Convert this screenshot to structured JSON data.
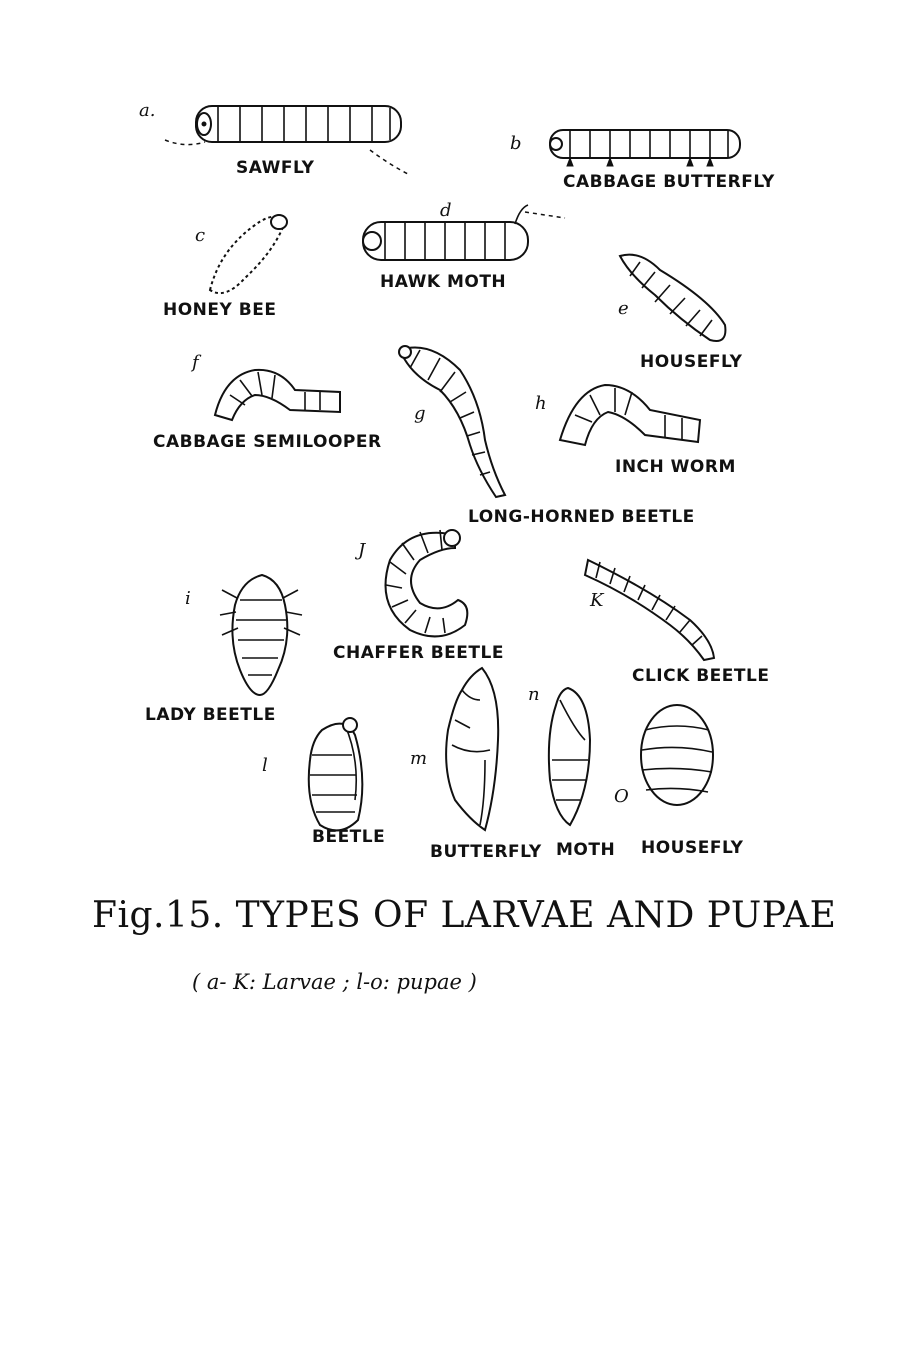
{
  "letters": {
    "a": "a.",
    "b": "b",
    "c": "c",
    "d": "d",
    "e": "e",
    "f": "f",
    "g": "g",
    "h": "h",
    "i": "i",
    "j": "J",
    "k": "K",
    "l": "l",
    "m": "m",
    "n": "n",
    "o": "O"
  },
  "labels": {
    "sawfly": "SAWFLY",
    "cabbage_butterfly": "CABBAGE BUTTERFLY",
    "honey_bee": "HONEY BEE",
    "hawk_moth": "HAWK MOTH",
    "housefly_larva": "HOUSEFLY",
    "cabbage_semilooper": "CABBAGE SEMILOOPER",
    "inch_worm": "INCH WORM",
    "long_horned_beetle": "LONG-HORNED BEETLE",
    "chaffer_beetle": "CHAFFER BEETLE",
    "click_beetle": "CLICK BEETLE",
    "lady_beetle": "LADY BEETLE",
    "beetle": "BEETLE",
    "butterfly": "BUTTERFLY",
    "moth": "MOTH",
    "housefly_pupa": "HOUSEFLY"
  },
  "title": "Fig.15. TYPES OF LARVAE AND PUPAE",
  "caption": "( a- K: Larvae ; l-o: pupae )"
}
